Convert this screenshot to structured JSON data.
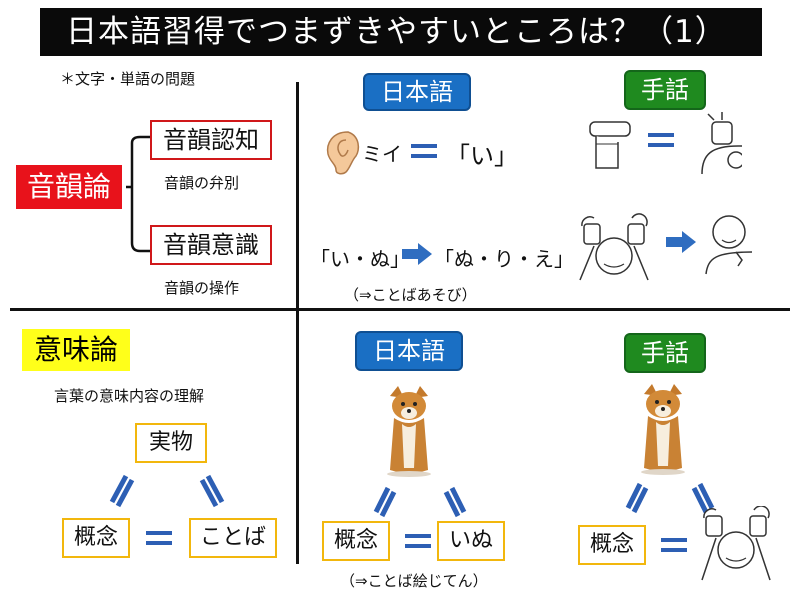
{
  "title": "日本語習得でつまずきやすいところは？（1）",
  "top_note": "＊文字・単語の問題",
  "phonology": {
    "label": "音韻論",
    "awareness_box": "音韻認知",
    "awareness_sub": "音韻の弁別",
    "consciousness_box": "音韻意識",
    "consciousness_sub": "音韻の操作"
  },
  "top_panel": {
    "japanese_tag": "日本語",
    "sign_tag": "手話",
    "ear_sound": "ミイ",
    "ear_result": "「い」",
    "word_from": "「い・ぬ」",
    "word_to": "「ぬ・り・え」",
    "word_note": "（⇒ことばあそび）"
  },
  "semantics": {
    "label": "意味論",
    "sub": "言葉の意味内容の理解",
    "real": "実物",
    "concept": "概念",
    "word": "ことば"
  },
  "bottom_panel": {
    "japanese_tag": "日本語",
    "sign_tag": "手話",
    "concept_mid": "概念",
    "word_mid": "いぬ",
    "mid_note": "（⇒ことば絵じてん）",
    "concept_right": "概念"
  },
  "colors": {
    "red": "#e8121b",
    "yellow": "#ffff1a",
    "blue": "#1a6fc4",
    "green": "#1f8a1f",
    "equal_blue": "#2d5fb4"
  }
}
